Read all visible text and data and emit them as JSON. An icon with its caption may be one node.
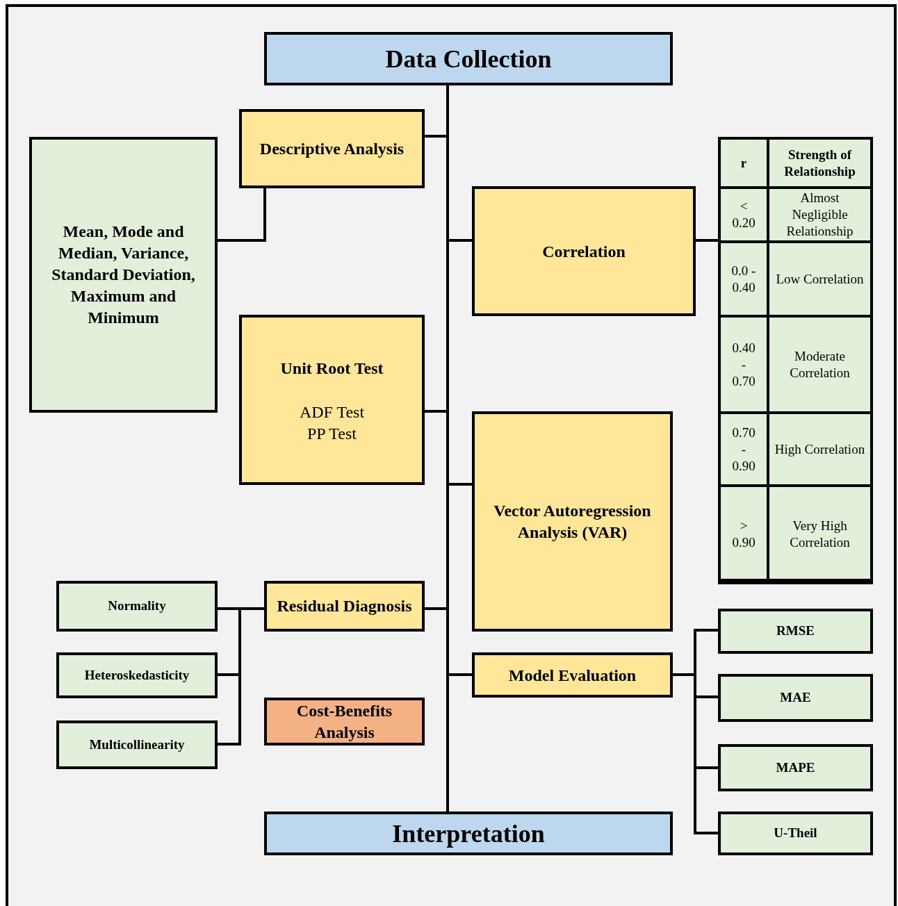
{
  "diagram": {
    "nodes": [
      {
        "text": [
          "Data Collection"
        ]
      },
      {
        "text": [
          "Descriptive Analysis"
        ]
      },
      {
        "text": [
          "Mean, Mode and Median, Variance, Standard Deviation, Maximum and Minimum"
        ]
      },
      {
        "text": [
          "Correlation"
        ]
      },
      {
        "text": [],
        "shape": "box"
      },
      {
        "text": [
          "Unit Root Test",
          "ADF Test",
          "PP Test"
        ]
      },
      {
        "text": [
          "Vector Autoregression Analysis (VAR)"
        ]
      },
      {
        "text": [
          "Residual Diagnosis"
        ]
      },
      {
        "text": [
          "Normality"
        ]
      },
      {
        "text": [
          "Heteroskedasticity"
        ]
      },
      {
        "text": [
          "Multicollinearity"
        ]
      },
      {
        "text": [
          "Cost-Benefits Analysis"
        ]
      },
      {
        "text": [
          "Model Evaluation"
        ]
      },
      {
        "text": [
          "RMSE"
        ]
      },
      {
        "text": [
          "MAE"
        ]
      },
      {
        "text": [
          "MAPE"
        ]
      },
      {
        "text": [
          "U-Theil"
        ]
      },
      {
        "text": [
          "Interpretation"
        ]
      }
    ],
    "edges": [
      {
        "from": 0,
        "to": 1,
        "arrow": "none"
      },
      {
        "from": 0,
        "to": 3,
        "arrow": "none"
      },
      {
        "from": 0,
        "to": 5,
        "arrow": "none"
      },
      {
        "from": 0,
        "to": 6,
        "arrow": "none"
      },
      {
        "from": 0,
        "to": 7,
        "arrow": "none"
      },
      {
        "from": 0,
        "to": 12,
        "arrow": "none"
      },
      {
        "from": 0,
        "to": 17,
        "arrow": "none"
      },
      {
        "from": 1,
        "to": 2,
        "arrow": "none"
      },
      {
        "from": 3,
        "to": 4,
        "arrow": "none"
      },
      {
        "from": 7,
        "to": 8,
        "arrow": "none"
      },
      {
        "from": 7,
        "to": 9,
        "arrow": "none"
      },
      {
        "from": 7,
        "to": 10,
        "arrow": "none"
      },
      {
        "from": 12,
        "to": 13,
        "arrow": "none"
      },
      {
        "from": 12,
        "to": 14,
        "arrow": "none"
      },
      {
        "from": 12,
        "to": 15,
        "arrow": "none"
      },
      {
        "from": 12,
        "to": 16,
        "arrow": "none"
      }
    ],
    "labels": [
      "r",
      "Strength of Relationship",
      "< 0.20",
      "Almost Negligible Relationship",
      "0.0 - 0.40",
      "Low Correlation",
      "0.40 - 0.70",
      "Moderate Correlation",
      "0.70 - 0.90",
      "High Correlation",
      "> 0.90",
      "Very High Correlation"
    ]
  }
}
